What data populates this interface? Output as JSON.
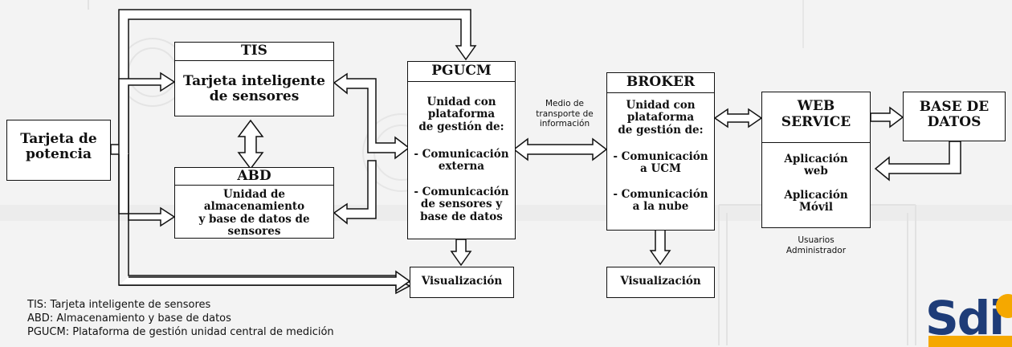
{
  "boxes": {
    "tarjeta_potencia": {
      "text": "Tarjeta de\npotencia"
    },
    "tis": {
      "header": "TIS",
      "text": "Tarjeta inteligente\nde sensores"
    },
    "abd": {
      "header": "ABD",
      "text": "Unidad de almacenamiento\ny base de datos de\nsensores"
    },
    "pgucm": {
      "header": "PGUCM",
      "intro": "Unidad con\nplataforma\nde gestión de:",
      "item1": "- Comunicación\nexterna",
      "item2": "- Comunicación\nde sensores y\nbase de datos"
    },
    "visualizacion_pgucm": {
      "text": "Visualización"
    },
    "broker": {
      "header": "BROKER",
      "intro": "Unidad con\nplataforma\nde gestión de:",
      "item1": "- Comunicación\na UCM",
      "item2": "- Comunicación\na la nube"
    },
    "visualizacion_broker": {
      "text": "Visualización"
    },
    "web_service": {
      "header": "WEB\nSERVICE",
      "item1": "Aplicación\nweb",
      "item2": "Aplicación\nMóvil"
    },
    "base_datos": {
      "text": "BASE DE\nDATOS"
    }
  },
  "labels": {
    "medio": "Medio de\ntransporte de\ninformación",
    "usuarios": "Usuarios\nAdministrador"
  },
  "legend": [
    "TIS: Tarjeta inteligente de sensores",
    "ABD: Almacenamiento y base de datos",
    "PGUCM: Plataforma de gestión unidad central de medición"
  ],
  "logo": {
    "text": "Sdi",
    "colors": {
      "primary": "#1e3c78",
      "accent": "#f5a800"
    }
  }
}
